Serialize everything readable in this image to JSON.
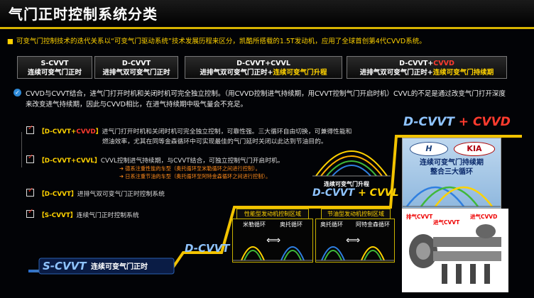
{
  "title": "气门正时控制系统分类",
  "intro": "可变气门控制技术的迭代关系以“可变气门驱动系统”技术发展历程来区分，凯酷所搭载的1.5T发动机，应用了全球首创第4代CVVD系统。",
  "tabs": [
    {
      "line1": "S-CVVT",
      "line2": "连续可变气门正时"
    },
    {
      "line1": "D-CVVT",
      "line2": "进排气双可变气门正时"
    },
    {
      "line1": "D-CVVT+CVVL",
      "line2a": "进排气双可变气门正时+",
      "line2b": "连续可变气门升程"
    },
    {
      "line1a": "D-CVVT+",
      "line1b": "CVVD",
      "line2a": "进排气双可变气门正时+",
      "line2b": "连续可变气门持续期"
    }
  ],
  "description": "CVVD与CVVT结合，进气门打开时机和关闭时机可完全独立控制。（用CVVD控制进气持续期，用CVVT控制气门开启时机）CVVL的不足是通过改变气门打开深度来改变进气持续期，因此与CVVD相比，在进气持续期中吸气量会不充足。",
  "bullets": [
    {
      "tag_a": "【D-CVVT+",
      "tag_b": "CVVD",
      "tag_c": "】",
      "text": "进气门打开时机和关闭时机可完全独立控制，可靠性强。三大循环自由切换，可兼得性能和",
      "text2": "燃油效率，尤其在同等金森循环中可实现最佳的气门延时关闭以此达到节油目的。"
    },
    {
      "tag_a": "【D-CVVT+",
      "tag_b": "CVVL",
      "tag_c": "】",
      "text": "CVVL控制进气持续期，与CVVT结合，可独立控制气门开启时机。",
      "note1": "➔ 德系注重性能的车型（奥托循环至米勒循环之间进行控制）。",
      "note2": "➔ 日系注重节油的车型（奥托循环至阿特金森循环之间进行控制）。"
    },
    {
      "tag": "【D-CVVT】",
      "text": "进排气双可变气门正时控制系统"
    },
    {
      "tag": "【S-CVVT】",
      "text": "连续气门正时控制系统"
    }
  ],
  "steps": {
    "s_cvvt": "S-CVVT",
    "s_cvvt_sub": "连续可变气门正时",
    "d_cvvt": "D-CVVT",
    "cvvl_sub": "连续可变气门升程",
    "cvvl_a": "D-CVVT",
    "cvvl_b": "+ CVVL",
    "cvvd_a": "D-CVVT",
    "cvvd_b": "+ CVVD"
  },
  "perf_box": {
    "header": "性能型发动机控制区域",
    "left": "米勒循环",
    "right": "奥托循环"
  },
  "eco_box": {
    "header": "节油型发动机控制区域",
    "left": "奥托循环",
    "right": "阿特金森循环"
  },
  "cvvd_panel": {
    "line1": "连续可变气门持续期",
    "line2": "整合三大循环",
    "brand_a": "HYUNDAI",
    "brand_b": "KIA"
  },
  "engine_labels": {
    "exhaust": "排气CVVT",
    "intake_cvvt": "进气CVVT",
    "intake_cvvd": "进气CVVD"
  },
  "colors": {
    "accent": "#ffd200",
    "red": "#ff3b2e",
    "step": "#f2c300",
    "curve_blue": "#2f7fe0",
    "curve_green": "#3fb83a"
  }
}
